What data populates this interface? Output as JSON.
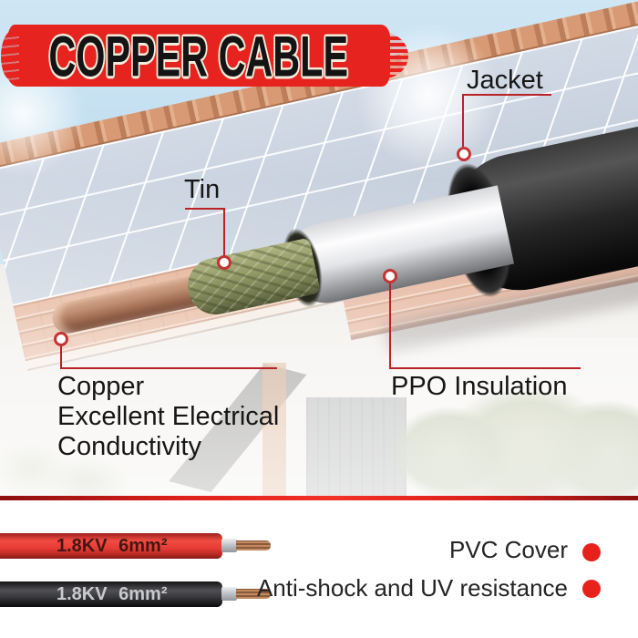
{
  "title": {
    "text": "COPPER CABLE"
  },
  "callouts": {
    "jacket": {
      "label": "Jacket"
    },
    "tin": {
      "label": "Tin"
    },
    "copper": {
      "lines": [
        "Copper",
        "Excellent Electrical",
        "Conductivity"
      ]
    },
    "ppo": {
      "label": "PPO Insulation"
    }
  },
  "cables": [
    {
      "name": "red solar cable",
      "spec": "1.8KV 6mm²"
    },
    {
      "name": "black solar cable",
      "spec": "1.8KV 6mm²"
    }
  ],
  "features": [
    {
      "label": "PVC Cover"
    },
    {
      "label": "Anti-shock and UV resistance"
    }
  ],
  "colors": {
    "banner_red": "#e7231f",
    "callout_line": "#b92327",
    "bullet_red": "#e8211d",
    "red_cable": "#e73c35",
    "black_cable": "#1b1b1d",
    "copper": "#a06c52",
    "tin": "#939a68",
    "insulation": "#e4e5e8",
    "jacket": "#262626"
  }
}
